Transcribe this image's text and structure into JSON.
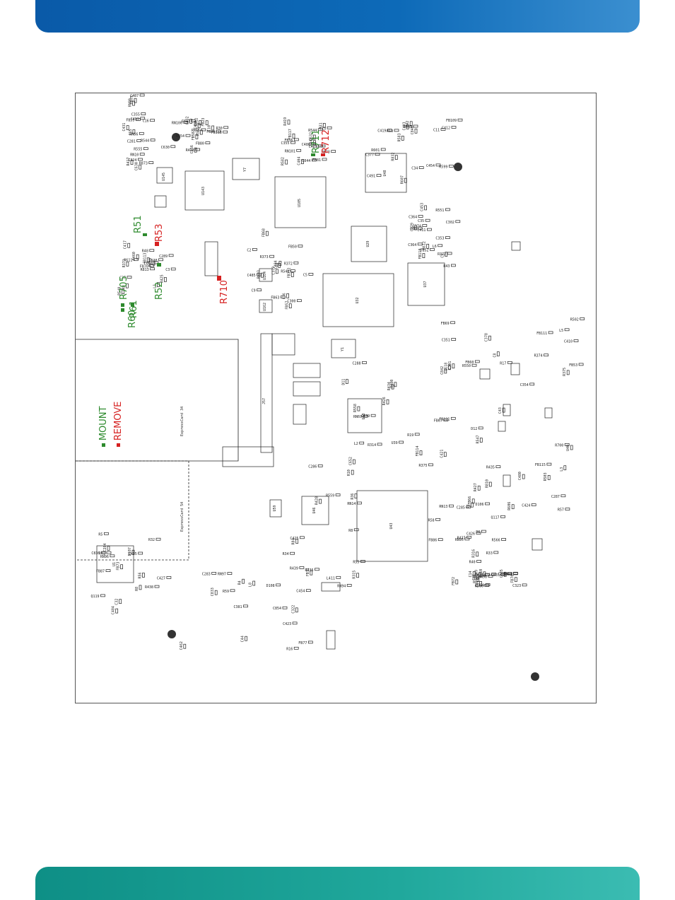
{
  "colors": {
    "top_band": "#0a5aa8",
    "bottom_band": "#1ea69a",
    "mount": "#2d8a2d",
    "remove": "#d62020",
    "outline": "#222222"
  },
  "legend": {
    "mount": "- MOUNT",
    "remove": "- REMOVE"
  },
  "slots": {
    "upper": "ExpressCard 34",
    "lower": "ExpressCard 54",
    "connector": "J57"
  },
  "highlighted": [
    {
      "ref": "R711",
      "state": "mount"
    },
    {
      "ref": "R712",
      "state": "remove"
    },
    {
      "ref": "R51",
      "state": "mount"
    },
    {
      "ref": "R53",
      "state": "remove"
    },
    {
      "ref": "R52",
      "state": "mount"
    },
    {
      "ref": "R705",
      "state": "mount"
    },
    {
      "ref": "R61",
      "state": "mount"
    },
    {
      "ref": "R60",
      "state": "mount"
    },
    {
      "ref": "R710",
      "state": "remove"
    }
  ],
  "chips": [
    "U145",
    "U143",
    "Y7",
    "U105",
    "U48",
    "U29",
    "U32",
    "U37",
    "U164",
    "U162",
    "Y1",
    "U13",
    "U43",
    "U1",
    "U46",
    "U59"
  ],
  "small_labels": [
    "R555",
    "R554",
    "R582",
    "R583",
    "R551",
    "R550",
    "R548",
    "R549",
    "R558",
    "R547",
    "R559",
    "R566",
    "C455",
    "C454",
    "R560",
    "R544",
    "R543",
    "R544",
    "R545",
    "R612",
    "C410",
    "C484",
    "R813",
    "R314",
    "R810",
    "R315",
    "R316",
    "C836",
    "C833",
    "C835",
    "C431",
    "C432",
    "C404",
    "C403",
    "C302",
    "C301",
    "C300",
    "C289",
    "C288",
    "C287",
    "C286",
    "C285",
    "C284",
    "C283",
    "C282",
    "C281",
    "C630",
    "C632",
    "C454",
    "C453",
    "FB69",
    "FB68",
    "FB70",
    "FB67",
    "FB66",
    "FB71",
    "FB72",
    "FB73",
    "FB77",
    "FB76",
    "FB75",
    "FB80",
    "FB81",
    "R607",
    "C88",
    "FB53",
    "FB50",
    "FB51",
    "FB121",
    "C43",
    "R34",
    "R33",
    "R32",
    "C44",
    "FB49",
    "RN56",
    "FB47",
    "FB48",
    "C412",
    "C411",
    "Q118",
    "C485",
    "R460",
    "R480",
    "R57",
    "R55",
    "R58",
    "R56",
    "R59",
    "C461",
    "R873",
    "R812",
    "R873",
    "R832",
    "C829",
    "R374",
    "R372",
    "R371",
    "R375",
    "R700",
    "RN14",
    "RN13",
    "C484",
    "C854",
    "C855",
    "C493",
    "C450",
    "C429",
    "C377",
    "C364",
    "C351",
    "FB57",
    "C417",
    "C421",
    "C424",
    "C425",
    "C426",
    "C427",
    "C423",
    "C422",
    "FB59",
    "FB58",
    "FB56",
    "C419",
    "C374",
    "C378",
    "C379",
    "R433",
    "R434",
    "R435",
    "R436",
    "R437",
    "R438",
    "R439",
    "R440",
    "C487",
    "FB66",
    "C486",
    "C491",
    "R372",
    "R375",
    "R373",
    "R425",
    "R426",
    "R427",
    "R428",
    "FB86",
    "FB87",
    "C462",
    "R410",
    "R417",
    "R418",
    "R419",
    "R599",
    "C364",
    "R502",
    "R603",
    "R611",
    "RN69",
    "C480",
    "R36",
    "R40",
    "R41",
    "C322",
    "C323",
    "C324",
    "FB118",
    "FB117",
    "FB109",
    "FB110",
    "FB111",
    "FB112",
    "FB113",
    "FB114",
    "FB115",
    "RN94",
    "RN95",
    "RN96",
    "RN97",
    "RN98",
    "RN99",
    "RN100",
    "RN101",
    "R42",
    "R43",
    "R17",
    "C5",
    "R48",
    "R19",
    "R503",
    "R84",
    "C31",
    "C32",
    "R16",
    "R18",
    "C16",
    "C10",
    "C13",
    "C11",
    "C5",
    "C8",
    "C9",
    "R3",
    "D11",
    "D12",
    "R8",
    "R6",
    "R5",
    "R4",
    "C14",
    "C15",
    "R30",
    "R31",
    "R601",
    "L6",
    "L5",
    "L8",
    "L1",
    "L2",
    "L3",
    "L411",
    "D106",
    "D107",
    "D108",
    "D109",
    "C630",
    "FB23",
    "C844",
    "C840",
    "FB52",
    "C842",
    "FB63",
    "C638",
    "C639",
    "R606",
    "C652",
    "Q117",
    "Q119",
    "L8",
    "RN11",
    "RN10",
    "RN15",
    "C33",
    "C34",
    "C35",
    "FB60",
    "C2",
    "C3",
    "U39",
    "U40",
    "R10",
    "R7",
    "R8",
    "C381",
    "C350",
    "C355",
    "C256",
    "C355",
    "R13",
    "C353",
    "C354",
    "C36",
    "C37"
  ]
}
